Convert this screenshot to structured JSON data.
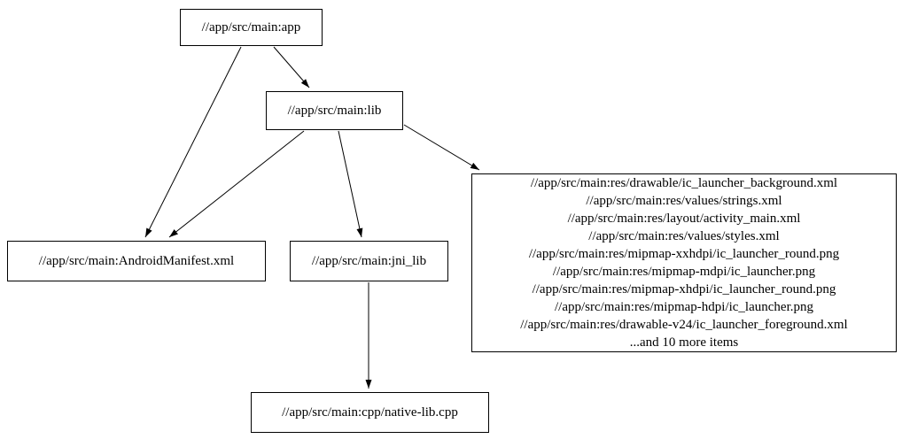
{
  "graph": {
    "nodes": {
      "app": {
        "label": "//app/src/main:app"
      },
      "lib": {
        "label": "//app/src/main:lib"
      },
      "manifest": {
        "label": "//app/src/main:AndroidManifest.xml"
      },
      "jni_lib": {
        "label": "//app/src/main:jni_lib"
      },
      "res": {
        "lines": [
          "//app/src/main:res/drawable/ic_launcher_background.xml",
          "//app/src/main:res/values/strings.xml",
          "//app/src/main:res/layout/activity_main.xml",
          "//app/src/main:res/values/styles.xml",
          "//app/src/main:res/mipmap-xxhdpi/ic_launcher_round.png",
          "//app/src/main:res/mipmap-mdpi/ic_launcher.png",
          "//app/src/main:res/mipmap-xhdpi/ic_launcher_round.png",
          "//app/src/main:res/mipmap-hdpi/ic_launcher.png",
          "//app/src/main:res/drawable-v24/ic_launcher_foreground.xml",
          "...and 10 more items"
        ]
      },
      "cpp": {
        "label": "//app/src/main:cpp/native-lib.cpp"
      }
    },
    "edges": [
      {
        "from": "app",
        "to": "lib"
      },
      {
        "from": "app",
        "to": "manifest"
      },
      {
        "from": "lib",
        "to": "manifest"
      },
      {
        "from": "lib",
        "to": "jni_lib"
      },
      {
        "from": "lib",
        "to": "res"
      },
      {
        "from": "jni_lib",
        "to": "cpp"
      }
    ],
    "colors": {
      "node_border": "#000000",
      "node_fill": "#ffffff",
      "edge": "#000000",
      "text": "#000000",
      "background": "#ffffff"
    }
  }
}
